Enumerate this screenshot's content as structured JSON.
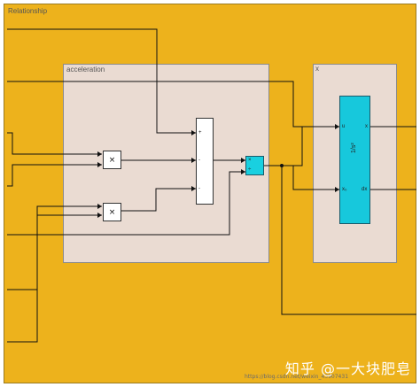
{
  "diagram": {
    "outer_title": "Relationship",
    "subsystems": {
      "acceleration_title": "acceleration",
      "x_title": "x"
    },
    "blocks": {
      "product_top_symbol": "×",
      "product_bottom_symbol": "×",
      "sum_signs": [
        "+",
        "-",
        "-"
      ],
      "divide_signs": [
        "×",
        "÷"
      ],
      "integrator_label": "1/s²",
      "integrator_in_ports": [
        "u",
        "x₀"
      ],
      "integrator_out_ports": [
        "x",
        "dx"
      ]
    },
    "watermark": {
      "main": "知乎 @一大块肥皂",
      "url": "https://blog.csdn.net/weixin_43907431"
    },
    "colors": {
      "outer_background": "#edb21c",
      "subsystem_background": "#eadbd2",
      "divide_block": "#19d0e0",
      "integrator_block": "#17c8dc"
    }
  }
}
